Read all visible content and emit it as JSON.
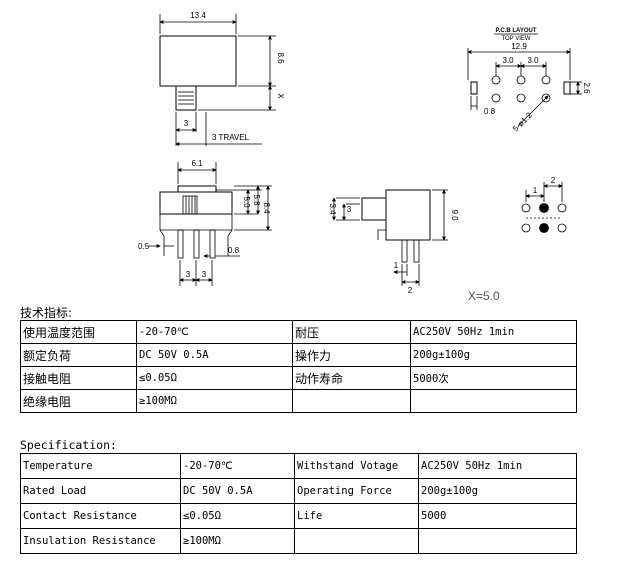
{
  "drawing": {
    "side": {
      "width": "13.4",
      "h1": "8.6",
      "h2": "X",
      "travel": "3",
      "travel_label": "3 TRAVEL"
    },
    "pcb": {
      "title": "P.C.B LAYOUT",
      "subtitle": "TOP VIEW",
      "width": "12.9",
      "pitch1": "3.0",
      "pitch2": "3.0",
      "pad_width": "0.8",
      "hole": "5-ø1.2",
      "pad_height": "2.6"
    },
    "front": {
      "width": "6.1",
      "h1": "5.0",
      "h2": "5.8",
      "h3": "8.4",
      "pin_left": "0.5",
      "pin_right": "0.8",
      "pitch1": "3",
      "pitch2": "3"
    },
    "end": {
      "h1": "3.4",
      "h2": "3",
      "height": "9.0",
      "w1": "1",
      "w2": "2"
    },
    "schematic": {
      "s1": "1",
      "s2": "2"
    },
    "note": "X=5.0"
  },
  "cn": {
    "caption": "技术指标:",
    "rows": [
      [
        "使用温度范围",
        "-20-70℃",
        "耐压",
        "AC250V 50Hz 1min"
      ],
      [
        "额定负荷",
        "DC 50V 0.5A",
        "操作力",
        "200g±100g"
      ],
      [
        "接触电阻",
        "≤0.05Ω",
        "动作寿命",
        "5000次"
      ],
      [
        "绝缘电阻",
        "≥100MΩ",
        "",
        ""
      ]
    ]
  },
  "en": {
    "caption": "Specification:",
    "rows": [
      [
        "Temperature",
        "-20-70℃",
        "Withstand Votage",
        "AC250V 50Hz 1min"
      ],
      [
        "Rated Load",
        "DC 50V 0.5A",
        "Operating Force",
        "200g±100g"
      ],
      [
        "Contact Resistance",
        "≤0.05Ω",
        "Life",
        "5000"
      ],
      [
        "Insulation Resistance",
        "≥100MΩ",
        "",
        ""
      ]
    ]
  }
}
